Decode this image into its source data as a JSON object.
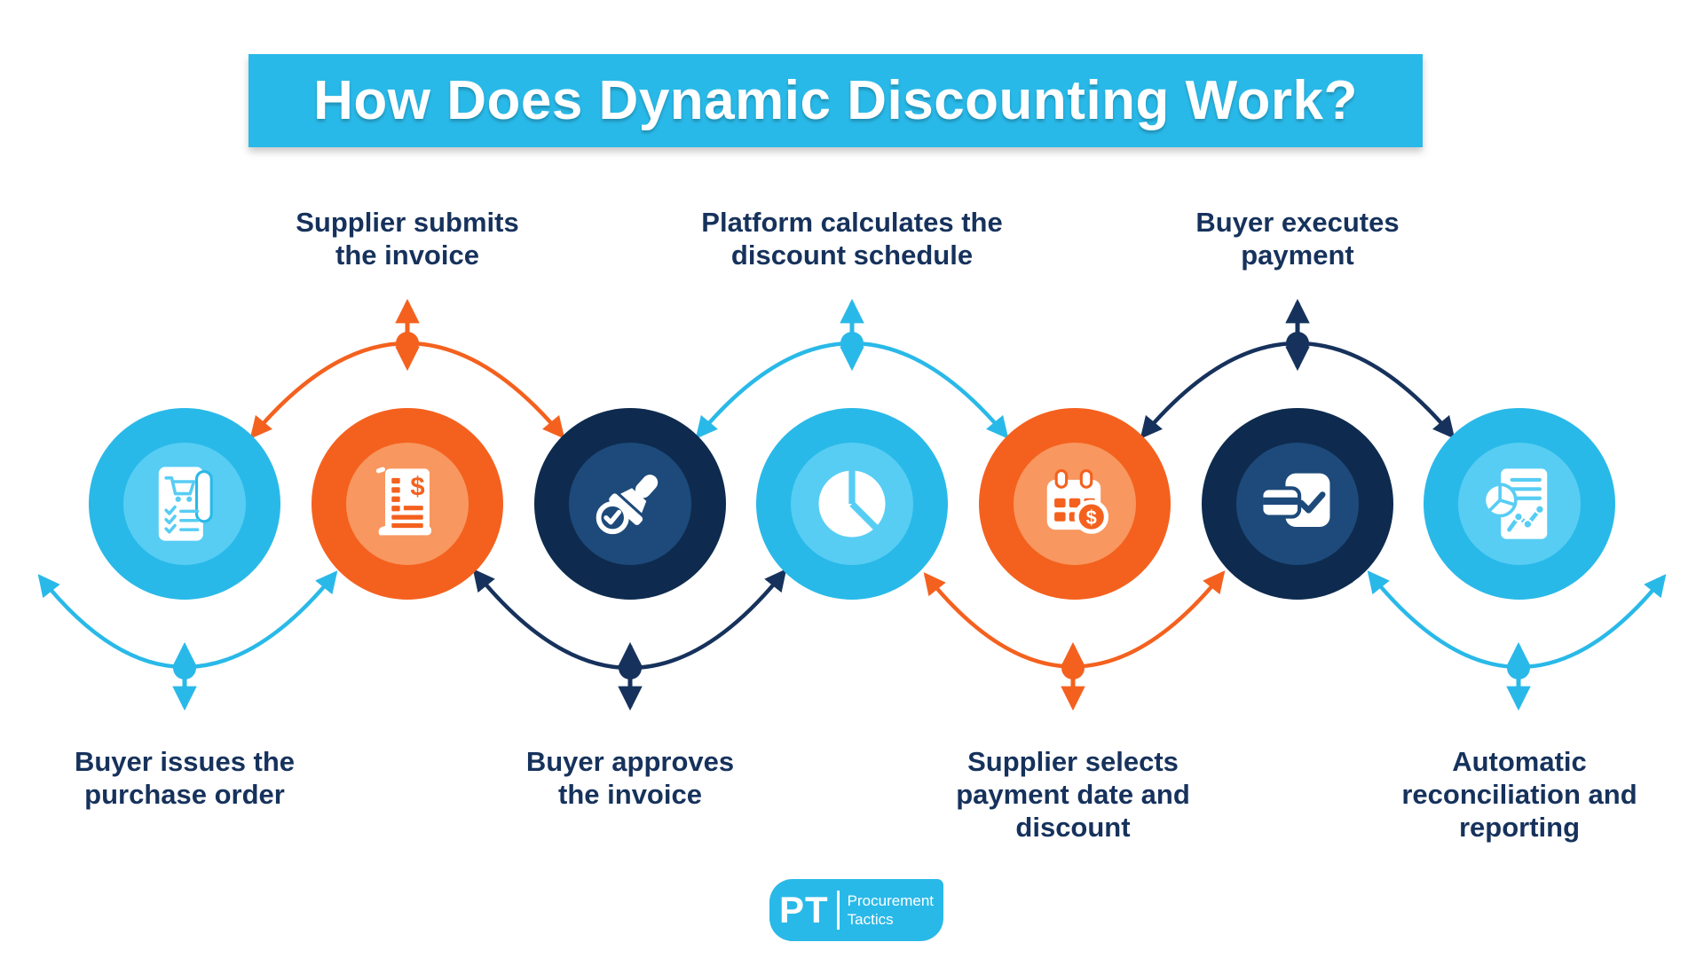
{
  "title": "How Does Dynamic Discounting Work?",
  "colors": {
    "light_blue": "#29B9E8",
    "light_blue_inner": "#57CDF4",
    "orange": "#F4611E",
    "orange_inner": "#F8975F",
    "navy": "#0E2B4F",
    "navy_inner": "#1D4A7A",
    "label_text": "#16325C",
    "icon_white": "#FFFFFF"
  },
  "steps": [
    {
      "name": "buyer-issues-purchase-order",
      "circle_color": "light_blue",
      "icon": "purchase-order-icon",
      "label_position": "bottom",
      "connector_color": "light_blue",
      "line1": "Buyer issues the",
      "line2": "purchase order"
    },
    {
      "name": "supplier-submits-invoice",
      "circle_color": "orange",
      "icon": "invoice-icon",
      "label_position": "top",
      "connector_color": "orange",
      "line1": "Supplier submits",
      "line2": "the invoice"
    },
    {
      "name": "buyer-approves-invoice",
      "circle_color": "navy",
      "icon": "approval-stamp-icon",
      "label_position": "bottom",
      "connector_color": "navy",
      "line1": "Buyer approves",
      "line2": "the invoice"
    },
    {
      "name": "platform-calculates-discount-schedule",
      "circle_color": "light_blue",
      "icon": "pie-chart-icon",
      "label_position": "top",
      "connector_color": "light_blue",
      "line1": "Platform calculates the",
      "line2": "discount schedule"
    },
    {
      "name": "supplier-selects-payment-date",
      "circle_color": "orange",
      "icon": "calendar-money-icon",
      "label_position": "bottom",
      "connector_color": "orange",
      "line1": "Supplier selects",
      "line2": "payment date and",
      "line3": "discount"
    },
    {
      "name": "buyer-executes-payment",
      "circle_color": "navy",
      "icon": "card-payment-icon",
      "label_position": "top",
      "connector_color": "navy",
      "line1": "Buyer executes",
      "line2": "payment"
    },
    {
      "name": "automatic-reconciliation-reporting",
      "circle_color": "light_blue",
      "icon": "report-icon",
      "label_position": "bottom",
      "connector_color": "light_blue",
      "line1": "Automatic",
      "line2": "reconciliation and",
      "line3": "reporting"
    }
  ],
  "connectors": {
    "top_arcs": [
      "orange",
      "light_blue",
      "navy"
    ],
    "bottom_arcs": [
      "light_blue",
      "navy",
      "orange",
      "light_blue"
    ]
  },
  "logo": {
    "monogram": "PT",
    "name_line1": "Procurement",
    "name_line2": "Tactics"
  }
}
